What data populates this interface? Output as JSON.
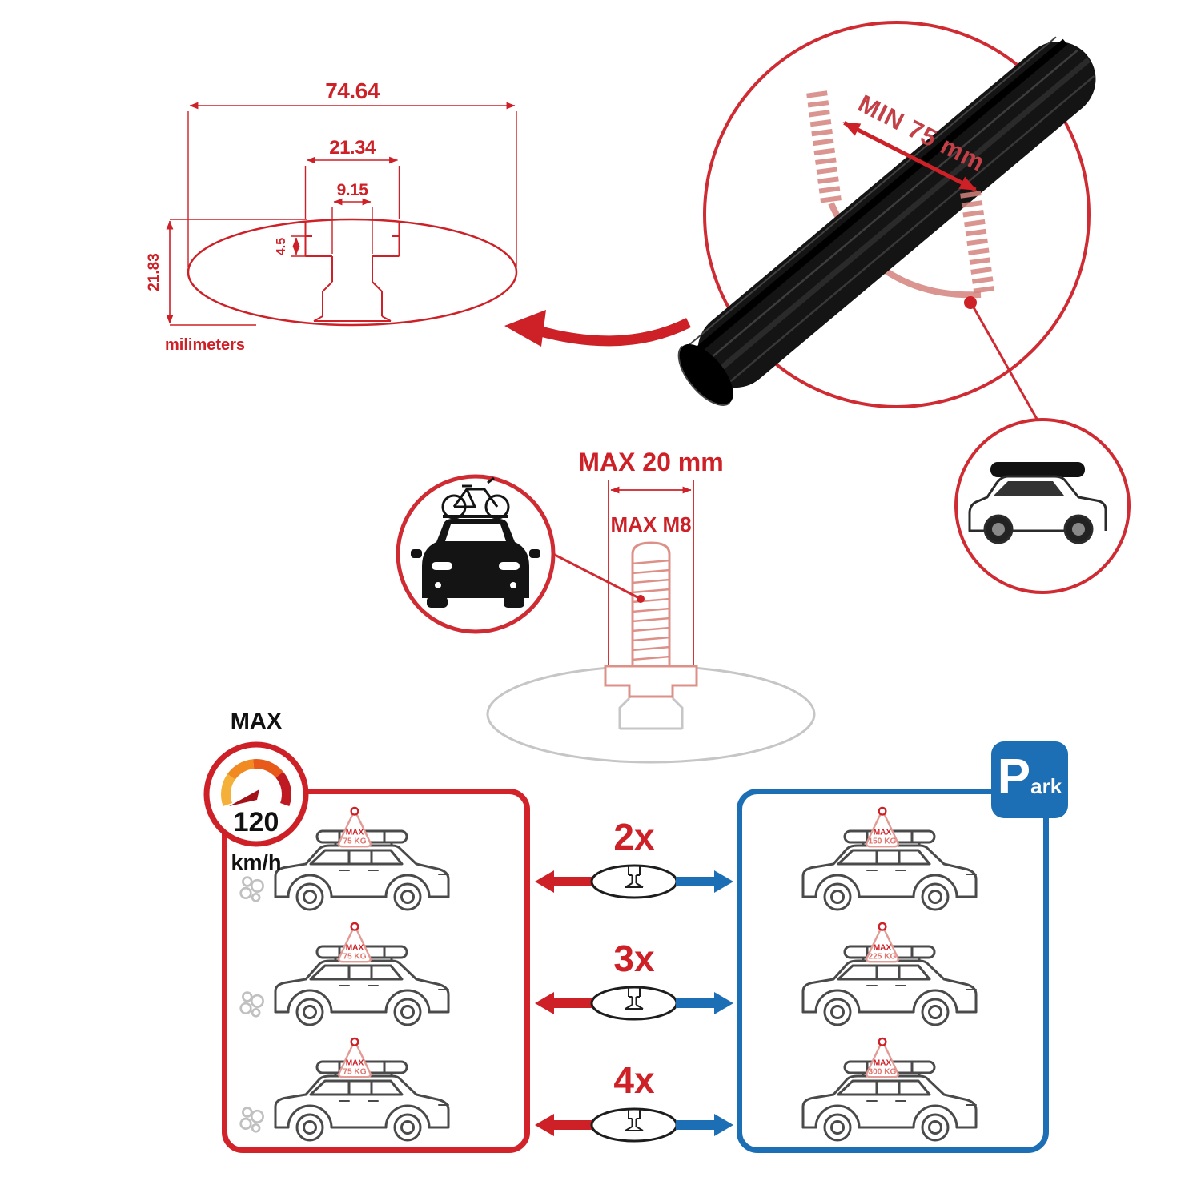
{
  "colors": {
    "accent_red": "#cd2027",
    "accent_blue": "#1c6fb4",
    "bolt_pink": "#dd9088",
    "profile_grey": "#c6c6c6",
    "bar_black": "#141414"
  },
  "cross_section": {
    "overall_width": "74.64",
    "channel_width": "21.34",
    "slot_width": "9.15",
    "lip_depth": "4.5",
    "overall_height": "21.83",
    "units_label": "milimeters"
  },
  "crossbar_detail": {
    "min_span_label": "MIN 75 mm"
  },
  "bolt_detail": {
    "max_width_label": "MAX 20 mm",
    "max_thread_label": "MAX M8"
  },
  "speed_limit": {
    "label": "MAX",
    "value": "120",
    "units": "km/h"
  },
  "parking_sign": {
    "letter": "P",
    "suffix": "ark"
  },
  "configurations": [
    {
      "multiplier": "2x",
      "driving_load_label": "MAX",
      "driving_load": "75 KG",
      "parked_load_label": "MAX",
      "parked_load": "150 KG"
    },
    {
      "multiplier": "3x",
      "driving_load_label": "MAX",
      "driving_load": "75 KG",
      "parked_load_label": "MAX",
      "parked_load": "225 KG"
    },
    {
      "multiplier": "4x",
      "driving_load_label": "MAX",
      "driving_load": "75 KG",
      "parked_load_label": "MAX",
      "parked_load": "300 KG"
    }
  ]
}
